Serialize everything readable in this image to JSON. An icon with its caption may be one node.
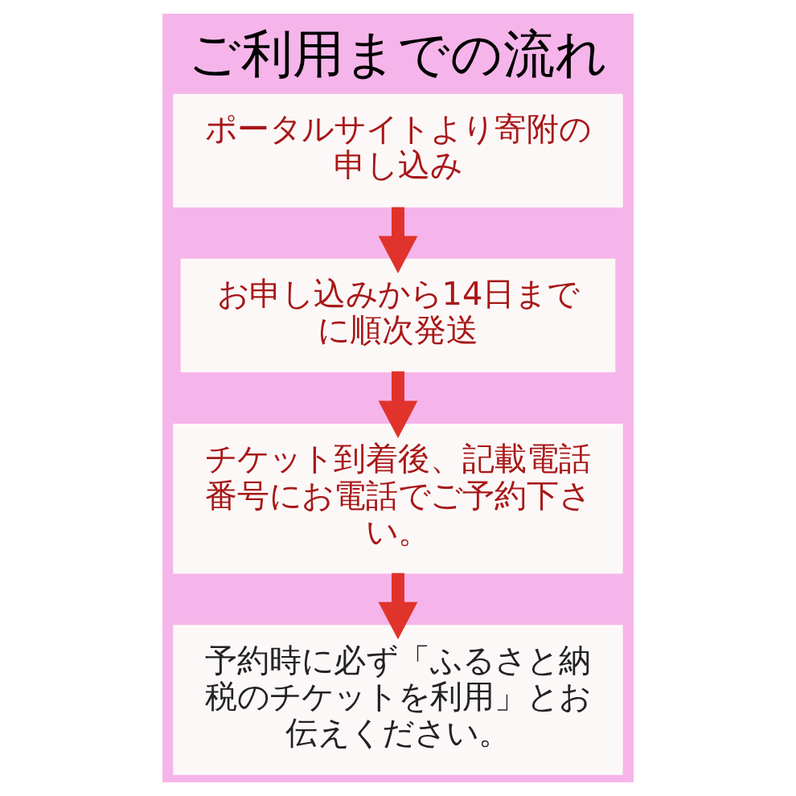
{
  "diagram": {
    "title": "ご利用までの流れ",
    "nodes": [
      {
        "text": [
          "ポータルサイトより寄附の申し込み"
        ]
      },
      {
        "text": [
          "お申し込みから14日までに順次発送"
        ]
      },
      {
        "text": [
          "チケット到着後、記載電話番号にお電話でご予約下さい。"
        ]
      },
      {
        "text": [
          "予約時に必ず「ふるさと納税のチケットを利用」とお伝えください。"
        ]
      }
    ],
    "edges": [
      {
        "from": 0,
        "to": 1,
        "arrow": "to"
      },
      {
        "from": 1,
        "to": 2,
        "arrow": "to"
      },
      {
        "from": 2,
        "to": 3,
        "arrow": "to"
      }
    ]
  }
}
